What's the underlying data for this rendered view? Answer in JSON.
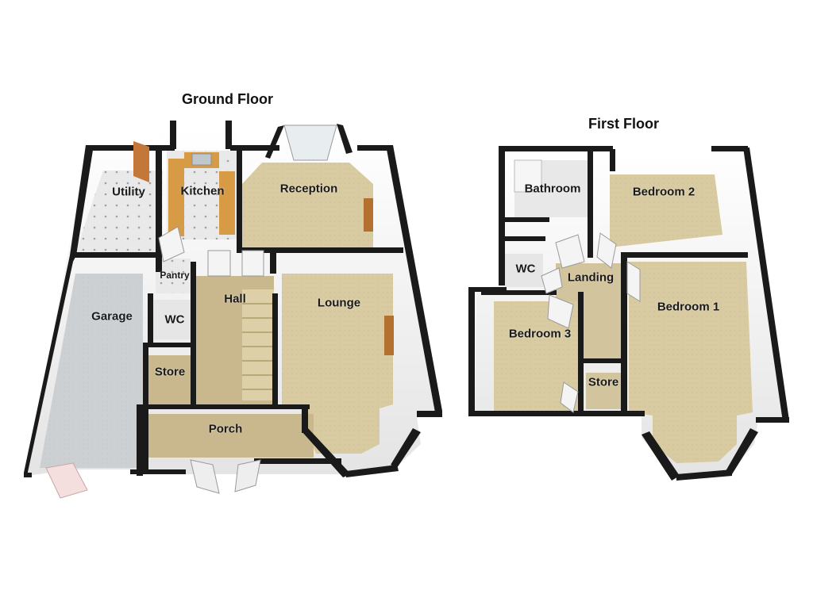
{
  "floors": [
    {
      "title": "Ground Floor",
      "rooms": [
        {
          "label": "Utility"
        },
        {
          "label": "Kitchen"
        },
        {
          "label": "Reception"
        },
        {
          "label": "Pantry"
        },
        {
          "label": "Hall"
        },
        {
          "label": "Lounge"
        },
        {
          "label": "Garage"
        },
        {
          "label": "WC"
        },
        {
          "label": "Store"
        },
        {
          "label": "Porch"
        }
      ]
    },
    {
      "title": "First Floor",
      "rooms": [
        {
          "label": "Bathroom"
        },
        {
          "label": "Bedroom 2"
        },
        {
          "label": "WC"
        },
        {
          "label": "Landing"
        },
        {
          "label": "Bedroom 1"
        },
        {
          "label": "Bedroom 3"
        },
        {
          "label": "Store"
        }
      ]
    }
  ],
  "colors": {
    "wall": "#1a1a1a",
    "wall_face": "#f4f4f4",
    "carpet": "#d8cba2",
    "tile": "#e6e6e6",
    "garage_floor": "#cdd0d2",
    "floorboard": "#c9b88e",
    "kitchen_unit": "#d79a45",
    "door": "#f2f2f2",
    "window": "#d6ecec"
  }
}
